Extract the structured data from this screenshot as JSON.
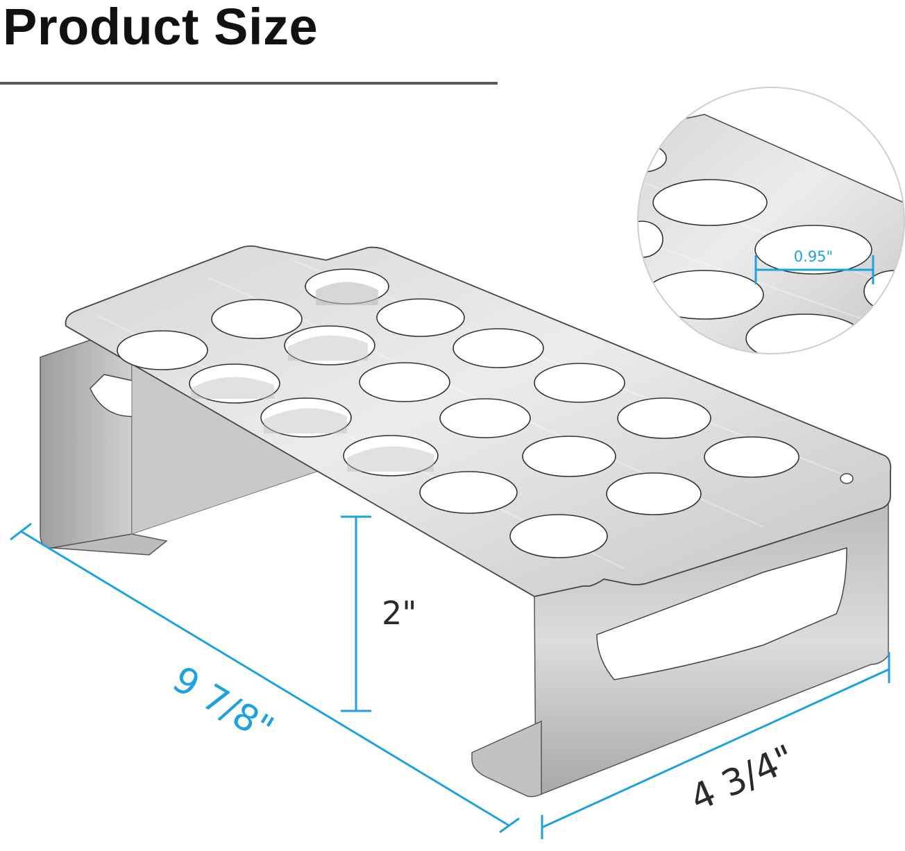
{
  "title": "Product Size",
  "dimensions": {
    "length": "9 7/8\"",
    "width": "4 3/4\"",
    "height": "2\"",
    "hole_diameter": "0.95\""
  },
  "colors": {
    "dimension_line": "#1da1df",
    "steel_light": "#e4e4e4",
    "steel_dark": "#a9a9a9",
    "title_text": "#111111"
  }
}
